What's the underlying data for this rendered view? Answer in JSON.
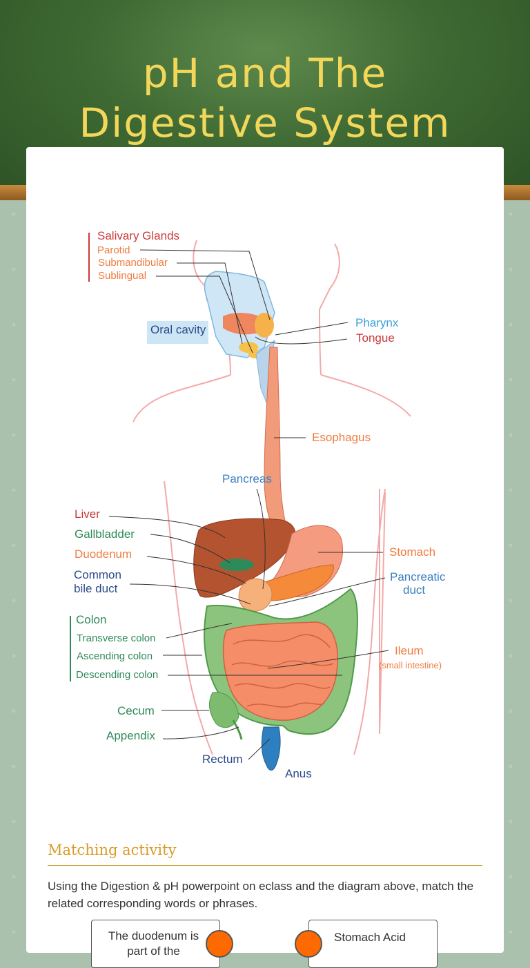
{
  "page": {
    "title": "pH and The Digestive System"
  },
  "diagram": {
    "labels": {
      "salivary_glands": "Salivary Glands",
      "parotid": "Parotid",
      "submandibular": "Submandibular",
      "sublingual": "Sublingual",
      "oral_cavity": "Oral cavity",
      "pharynx": "Pharynx",
      "tongue": "Tongue",
      "esophagus": "Esophagus",
      "pancreas": "Pancreas",
      "liver": "Liver",
      "gallbladder": "Gallbladder",
      "duodenum": "Duodenum",
      "common_bile_duct_1": "Common",
      "common_bile_duct_2": "bile duct",
      "stomach": "Stomach",
      "pancreatic_duct_1": "Pancreatic",
      "pancreatic_duct_2": "duct",
      "colon": "Colon",
      "transverse_colon": "Transverse colon",
      "ascending_colon": "Ascending colon",
      "descending_colon": "Descending colon",
      "ileum": "Ileum",
      "small_intestine": "(small intestine)",
      "cecum": "Cecum",
      "appendix": "Appendix",
      "rectum": "Rectum",
      "anus": "Anus"
    }
  },
  "activity": {
    "heading": "Matching activity",
    "instructions": "Using the Digestion & pH powerpoint on eclass and the diagram above, match the related corresponding words or phrases.",
    "left_item": "The duodenum is part of the",
    "right_item": "Stomach Acid",
    "connector_color": "#ff6a00"
  }
}
